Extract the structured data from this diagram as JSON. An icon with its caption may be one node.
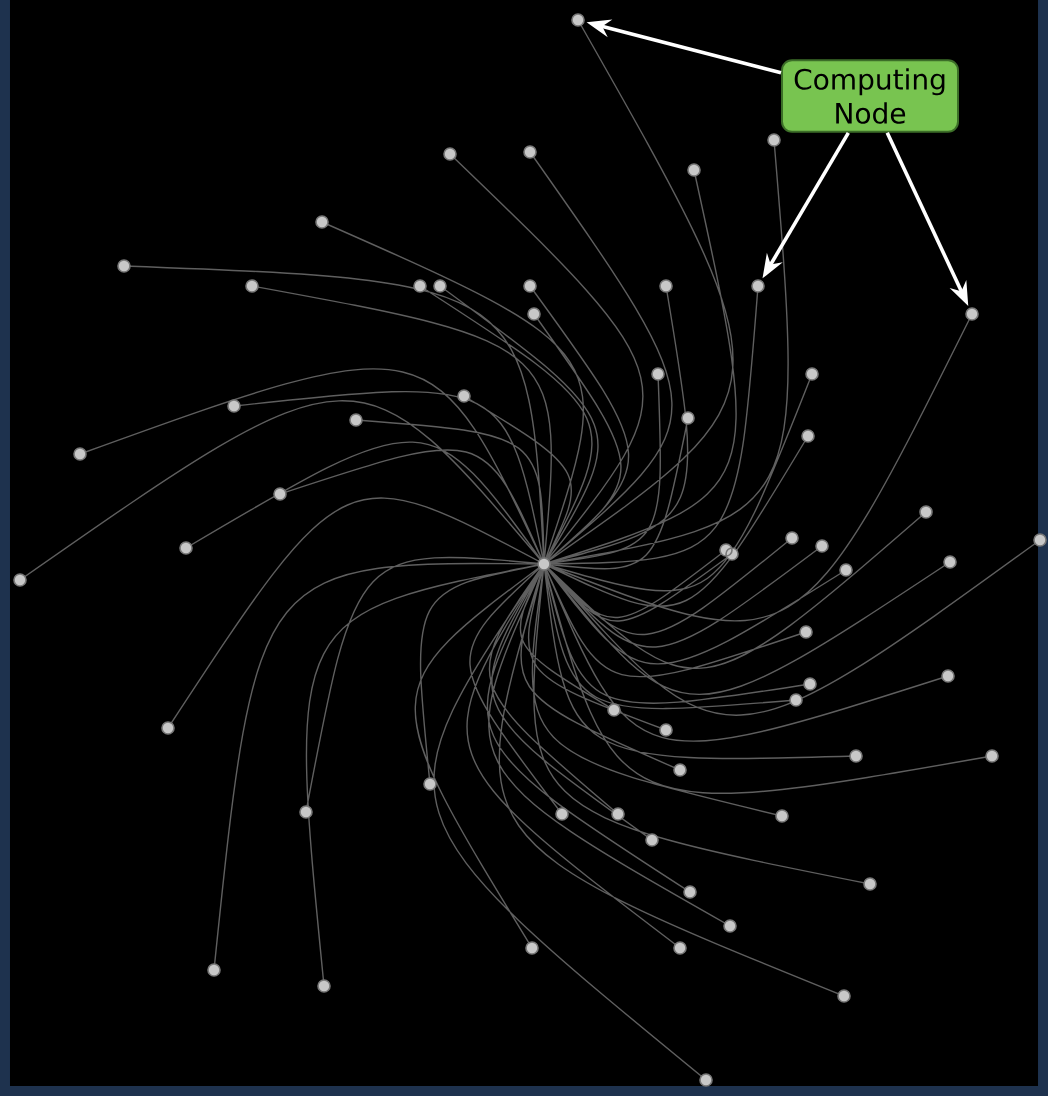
{
  "diagram": {
    "nodes": [
      {
        "text": [
          "Computing Node"
        ]
      },
      {
        "text": [],
        "shape": "circle"
      },
      {
        "text": [],
        "shape": "circle"
      },
      {
        "text": [],
        "shape": "circle"
      }
    ],
    "edges": [
      {
        "from": 0,
        "to": 1,
        "arrow": "to"
      },
      {
        "from": 0,
        "to": 2,
        "arrow": "to"
      },
      {
        "from": 0,
        "to": 3,
        "arrow": "to"
      }
    ]
  }
}
